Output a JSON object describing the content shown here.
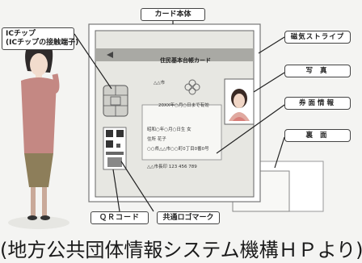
{
  "callouts": {
    "card_body": "カード本体",
    "ic_chip": "ICチップ",
    "ic_chip_sub": "(ICチップの接触端子)",
    "magnetic_stripe": "磁気ストライプ",
    "photo": "写 真",
    "face_info": "券面情報",
    "back": "裏 面",
    "qr_code": "ＱＲコード",
    "common_logo": "共通ロゴマーク"
  },
  "card": {
    "title": "住民基本台帳カード",
    "town": "△△市",
    "expiry": "20XX年○月○日まで有効",
    "line1": "昭和○年○月○日生 女",
    "line2": "住所 花子",
    "line3": "○○県△△市○○町0丁目0番0号",
    "issuer": "△△市長印 123 456 789"
  },
  "source": "(地方公共団体情報システム機構ＨＰより)",
  "colors": {
    "card_stripe": "#a9a9a4",
    "card_face": "#ebebe6",
    "card_frame": "#d6d6d0"
  }
}
